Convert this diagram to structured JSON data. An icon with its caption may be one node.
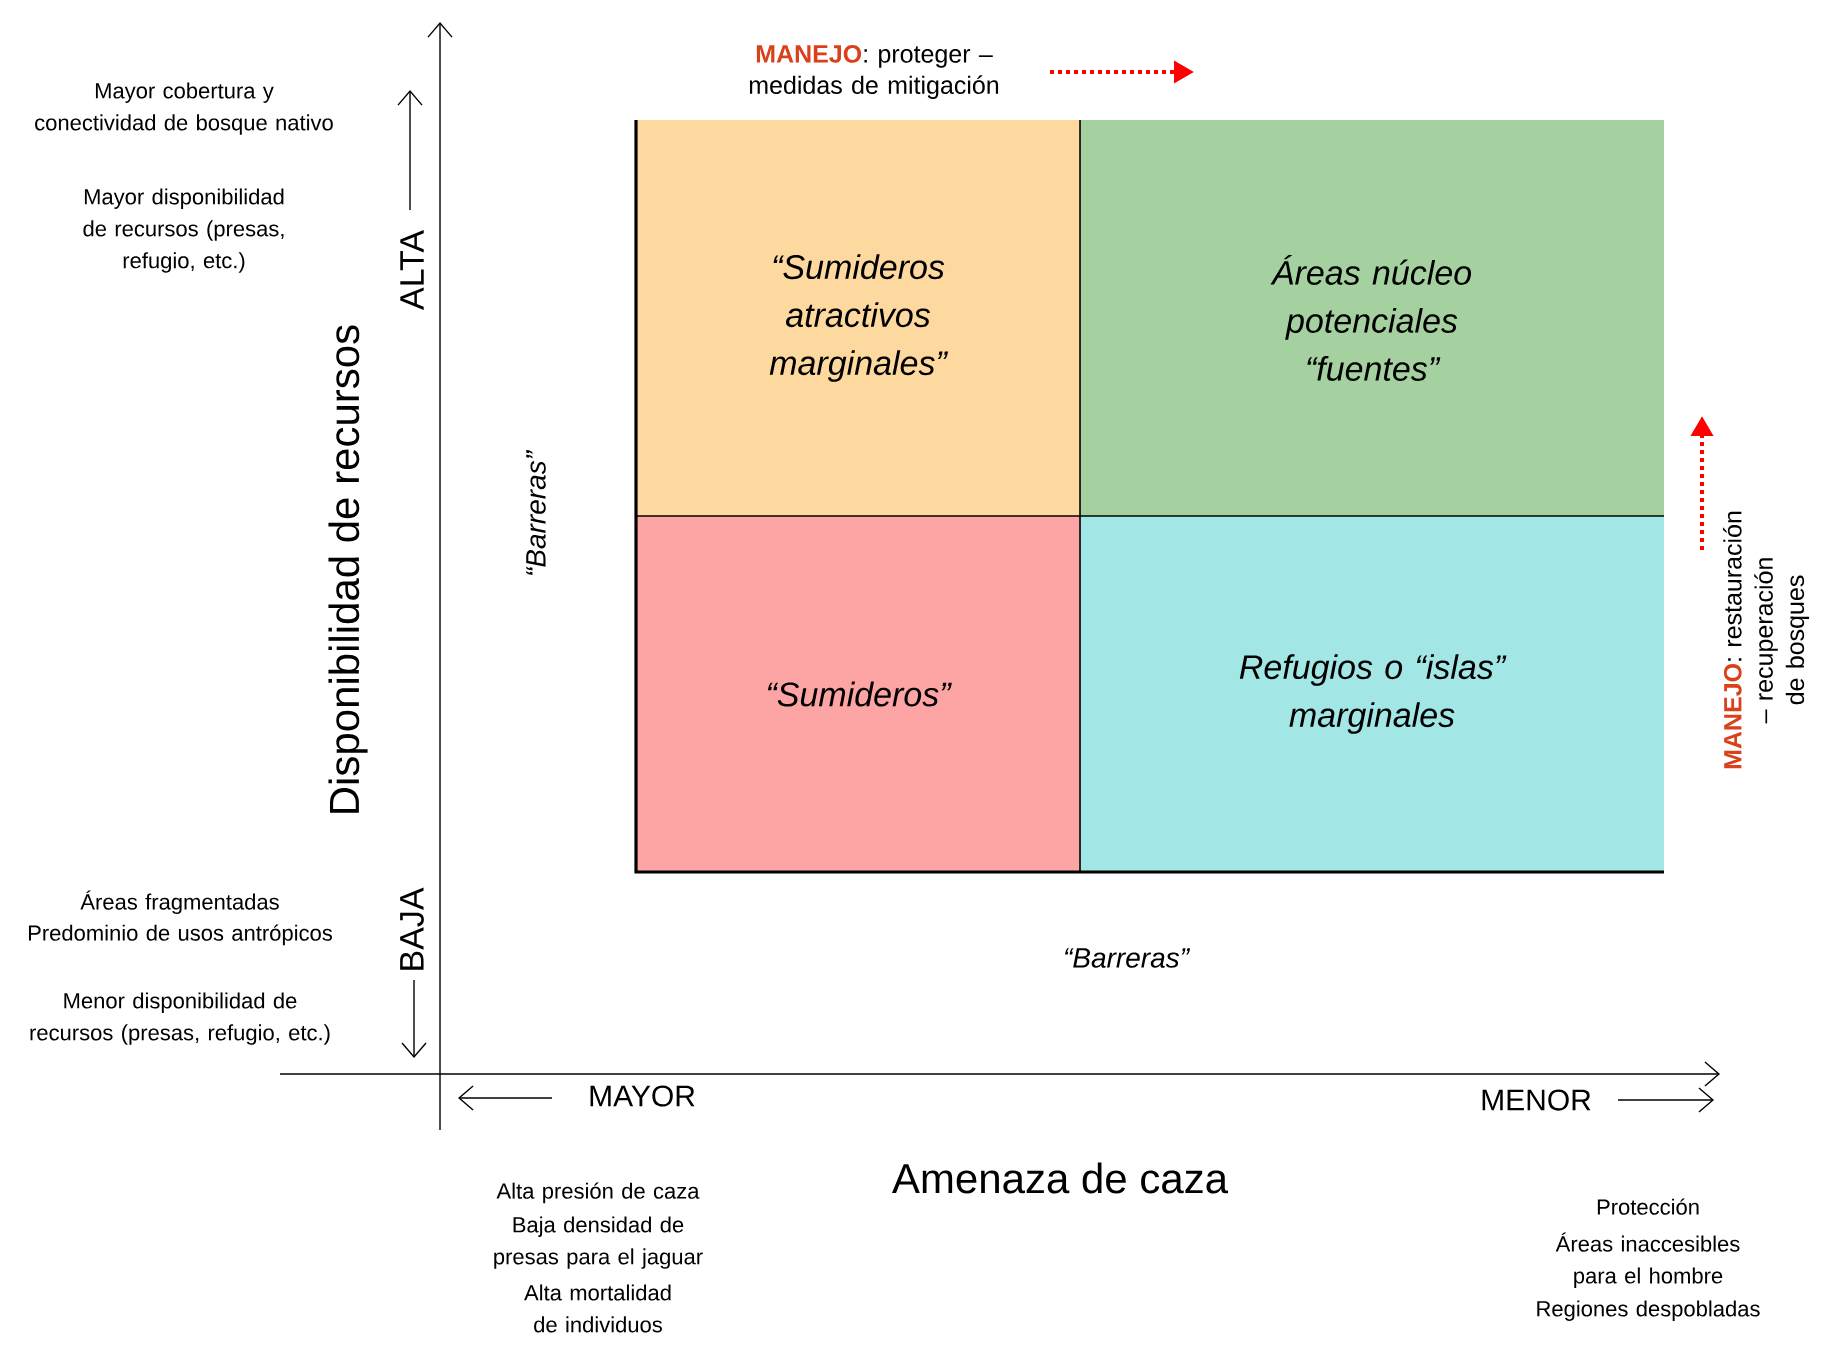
{
  "diagram": {
    "nodes": [
      {
        "text": [
          "“Sumideros atractivos marginales”"
        ]
      },
      {
        "text": [
          "Áreas núcleo potenciales “fuentes”"
        ]
      },
      {
        "text": [
          "“Sumideros”"
        ]
      },
      {
        "text": [
          "Refugios o “islas” marginales"
        ]
      }
    ],
    "labels": [
      "**MANEJO**: proteger – medidas de mitigación",
      "Mayor cobertura y conectividad de bosque nativo",
      "Mayor disponibilidad de recursos (presas, refugio, etc.)",
      "ALTA",
      "Disponibilidad de recursos",
      "“Barreras”",
      "**MANEJO**: restauración – recuperación de bosques",
      "Áreas fragmentadas",
      "Predominio de usos antrópicos",
      "Menor disponibilidad de recursos (presas, refugio, etc.)",
      "BAJA",
      "“Barreras”",
      "MAYOR",
      "MENOR",
      "Amenaza de caza",
      "Alta presión de caza",
      "Baja densidad de presas para el jaguar",
      "Alta mortalidad de individuos",
      "Protección",
      "Áreas inaccesibles para el hombre",
      "Regiones despobladas"
    ]
  }
}
